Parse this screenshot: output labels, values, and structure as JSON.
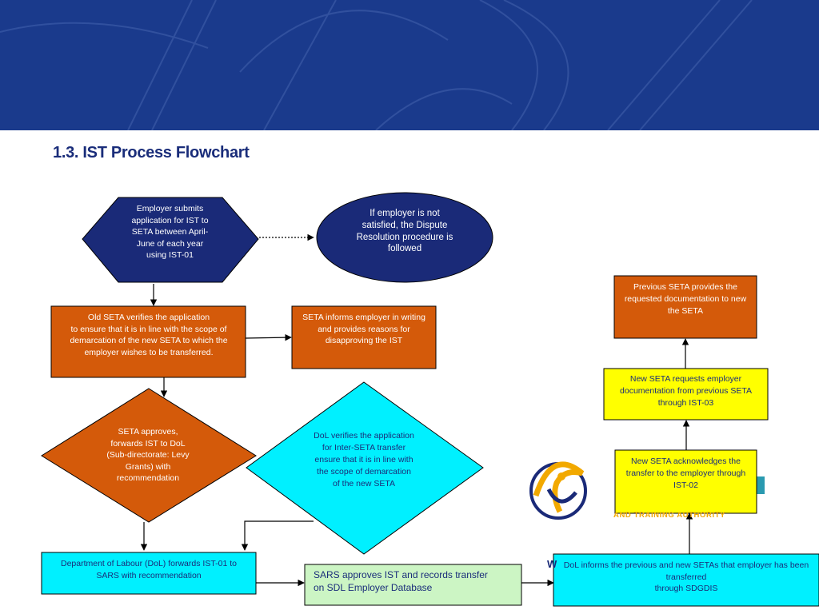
{
  "slide": {
    "title": "1.3. IST Process Flowchart"
  },
  "nodes": {
    "employer_submits": "Employer submits\napplication for IST to\nSETA between April-\nJune of each year\nusing IST-01",
    "dispute": "If employer is not\nsatisfied, the Dispute\nResolution procedure is\nfollowed",
    "old_seta_verifies": "Old SETA verifies the application\nto ensure that it is in line with the scope of\ndemarcation of the new SETA to which the\nemployer wishes to be transferred.",
    "seta_informs": "SETA informs employer in writing\nand provides reasons for\ndisapproving the IST",
    "seta_approves": "SETA approves,\nforwards IST to DoL\n(Sub-directorate: Levy\nGrants) with\nrecommendation",
    "dol_verifies": "DoL verifies the application\nfor Inter-SETA transfer\nensure that it is in line with\nthe scope of demarcation\nof the new SETA",
    "dol_forwards": "Department of Labour (DoL) forwards IST-01 to\nSARS with recommendation",
    "sars_approves": "SARS approves IST and records transfer\non SDL Employer Database",
    "dol_informs": "DoL informs the previous and new SETAs that employer has been\ntransferred\nthrough SDGDIS",
    "new_seta_ack": "New SETA acknowledges the\ntransfer to the employer through\nIST-02",
    "new_seta_requests": "New SETA requests employer\ndocumentation from previous SETA\nthrough IST-03",
    "prev_seta_provides": "Previous SETA provides the\nrequested documentation to new\nthe SETA"
  },
  "logo": {
    "tagline": "AND TRAINING AUTHORITY",
    "partial_letter": "W"
  },
  "colors": {
    "banner": "#1a3a8c",
    "navy": "#1a2a78",
    "orange": "#d45a0a",
    "cyan": "#00f0ff",
    "yellow": "#ffff00",
    "light_green": "#ccf5c4",
    "title": "#1a2d7a"
  }
}
